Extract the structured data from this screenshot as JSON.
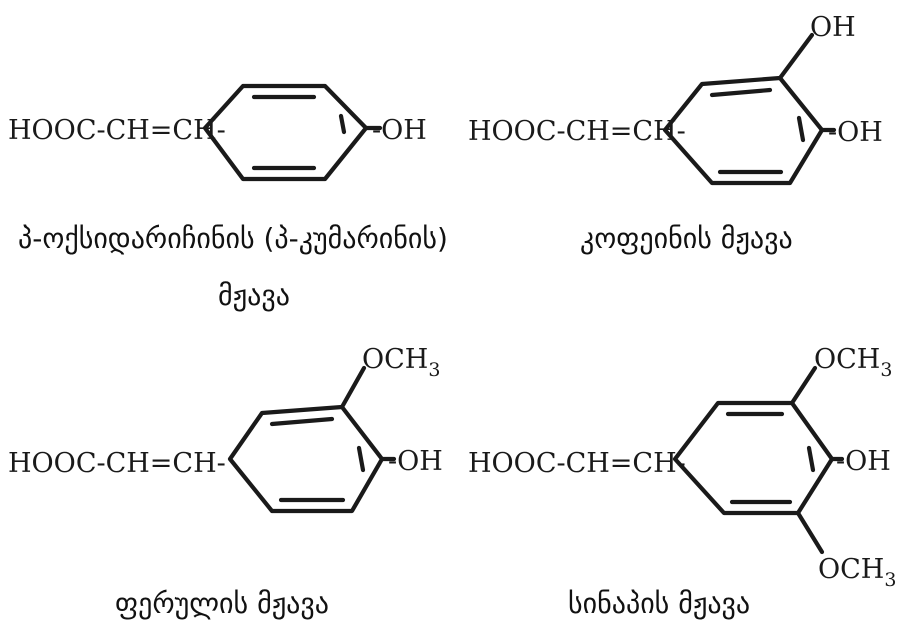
{
  "structures": [
    {
      "chain_label": "HOOC-CH=CH-",
      "substituents": {
        "para": "-OH"
      },
      "caption_lines": [
        "პ-ოქსიდარიჩინის (პ-კუმარინის)",
        "მჟავა"
      ]
    },
    {
      "chain_label": "HOOC-CH=CH-",
      "substituents": {
        "meta_top": "OH",
        "para": "-OH"
      },
      "caption_lines": [
        "კოფეინის მჟავა"
      ]
    },
    {
      "chain_label": "HOOC-CH=CH-",
      "substituents": {
        "meta_top": "OCH",
        "meta_top_sub": "3",
        "para": "-OH"
      },
      "caption_lines": [
        "ფერულის მჟავა"
      ]
    },
    {
      "chain_label": "HOOC-CH=CH-",
      "substituents": {
        "meta_top": "OCH",
        "meta_top_sub": "3",
        "para": "-OH",
        "meta_bottom": "OCH",
        "meta_bottom_sub": "3"
      },
      "caption_lines": [
        "სინაპის მჟავა"
      ]
    }
  ]
}
